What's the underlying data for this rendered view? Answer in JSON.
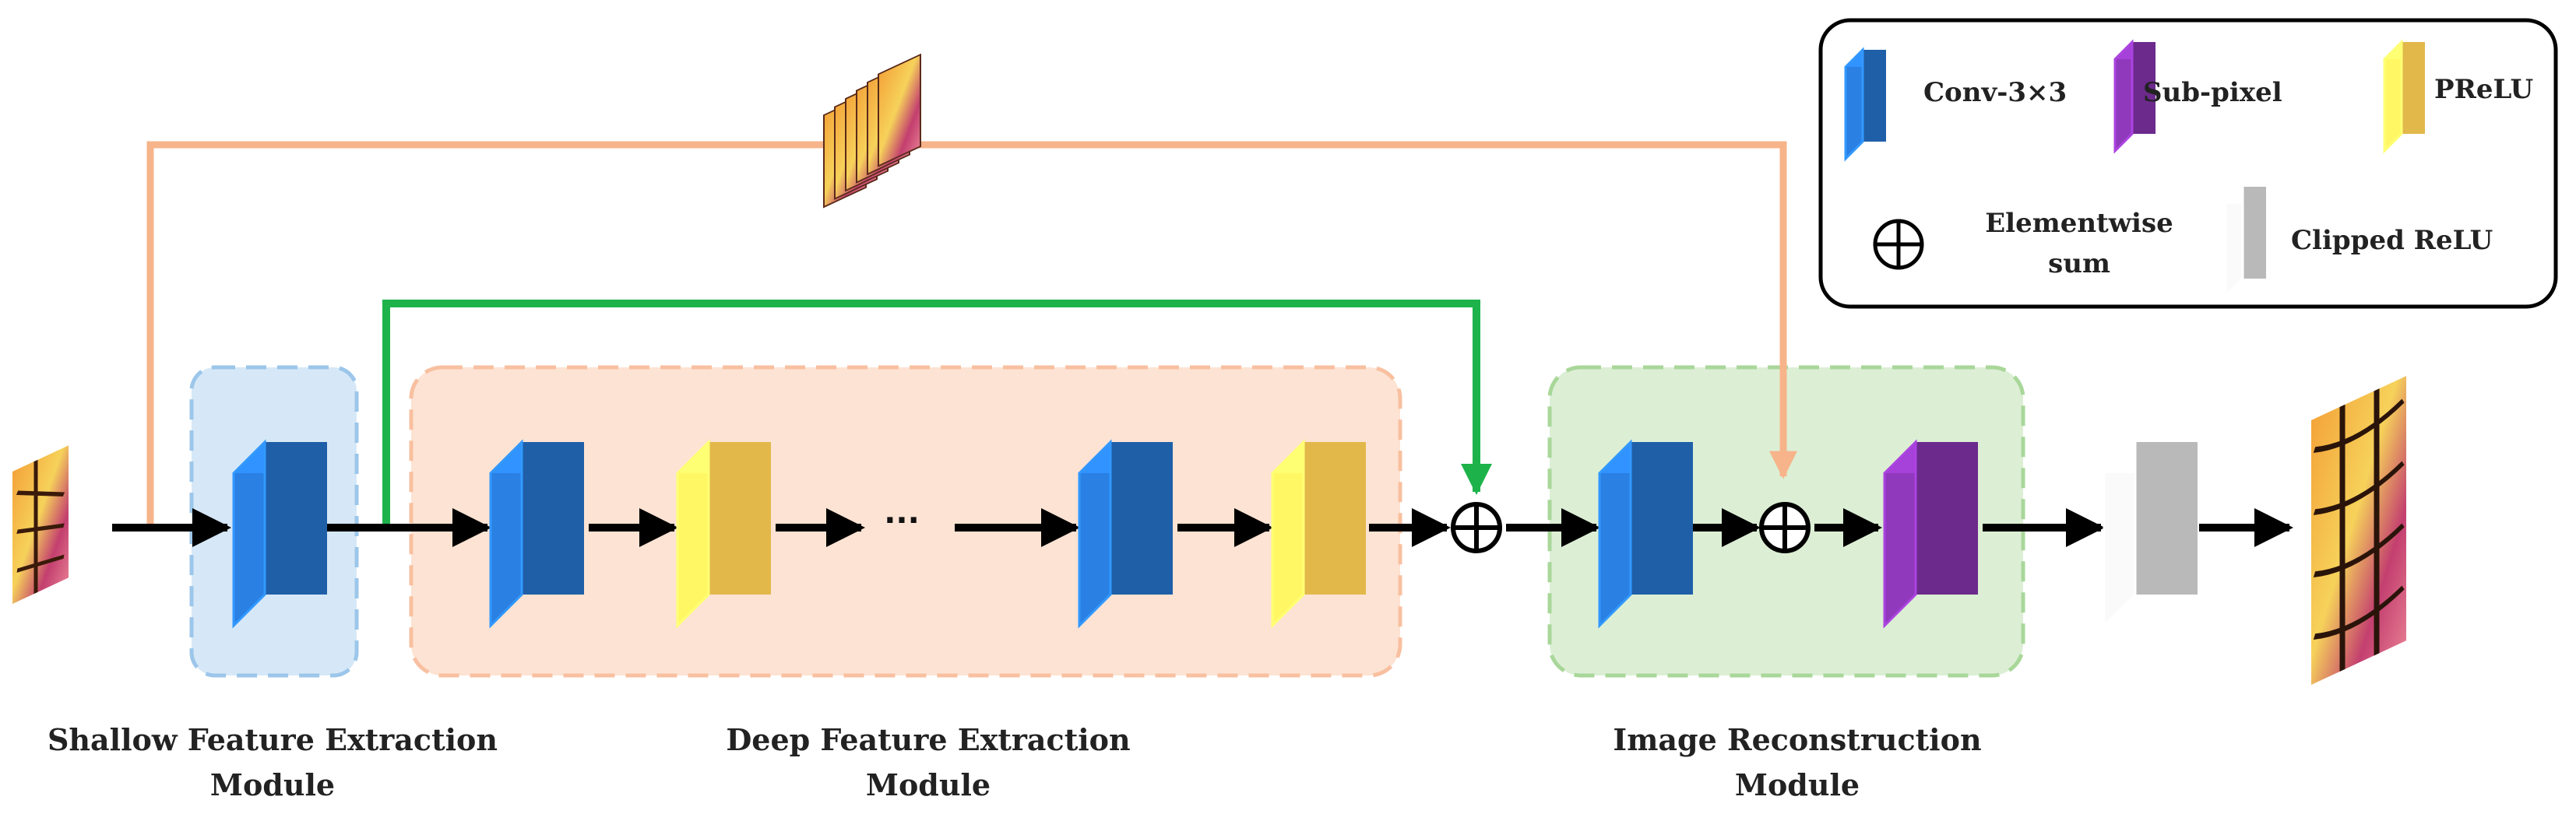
{
  "modules": {
    "shallow": {
      "line1": "Shallow Feature Extraction",
      "line2": "Module"
    },
    "deep": {
      "line1": "Deep Feature Extraction",
      "line2": "Module"
    },
    "recon": {
      "line1": "Image Reconstruction",
      "line2": "Module"
    }
  },
  "ellipsis": "···",
  "legend": {
    "conv": "Conv-3×3",
    "subpixel": "Sub-pixel",
    "prelu": "PReLU",
    "sum_line1": "Elementwise",
    "sum_line2": "sum",
    "clipped": "Clipped ReLU"
  },
  "colors": {
    "conv": "#1f5fa8",
    "prelu": "#e2b84a",
    "subpixel": "#6b2a8c",
    "clipped": "#b9b9b9",
    "skip_orange": "#f7b48a",
    "skip_green": "#1db34a",
    "shallow_bg": "#d6e8f7",
    "deep_bg": "#fde3d3",
    "recon_bg": "#dcefd5"
  }
}
